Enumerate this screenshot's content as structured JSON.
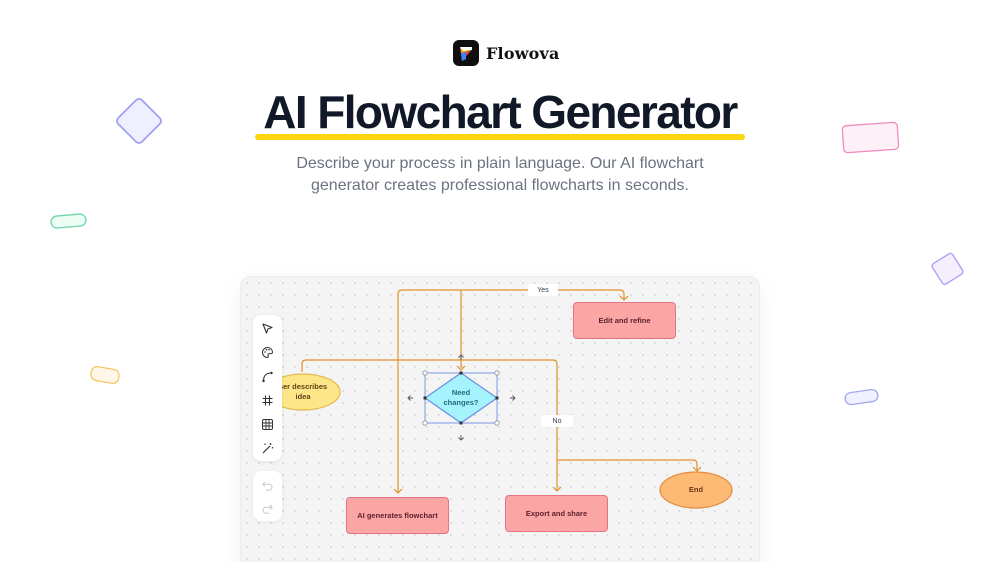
{
  "brand": {
    "name": "Flowova",
    "logo_icon": "flowova-logo-icon"
  },
  "hero": {
    "title": "AI Flowchart Generator",
    "subtitle_line1": "Describe your process in plain language. Our AI flowchart",
    "subtitle_line2": "generator creates professional flowcharts in seconds.",
    "underline_color": "#fcd40f"
  },
  "toolbar": {
    "tools": [
      {
        "name": "select",
        "icon": "cursor-arrow-icon"
      },
      {
        "name": "style",
        "icon": "palette-icon"
      },
      {
        "name": "connector",
        "icon": "curve-connector-icon"
      },
      {
        "name": "frame",
        "icon": "frame-hash-icon"
      },
      {
        "name": "table",
        "icon": "table-grid-icon"
      },
      {
        "name": "ai-magic",
        "icon": "magic-wand-icon"
      }
    ],
    "history": [
      {
        "name": "undo",
        "icon": "undo-icon"
      },
      {
        "name": "redo",
        "icon": "redo-icon"
      }
    ]
  },
  "flowchart": {
    "nodes": {
      "start": {
        "label": "User describes idea",
        "line1": "ser describes",
        "line2": "idea",
        "shape": "ellipse",
        "color": "#fde68a"
      },
      "decision": {
        "line1": "Need",
        "line2": "changes?",
        "shape": "diamond",
        "color": "#a5f3fc",
        "selected": true
      },
      "edit": {
        "label": "Edit and refine",
        "shape": "rectangle",
        "color": "#fca5a5"
      },
      "generate": {
        "label": "AI generates flowchart",
        "shape": "rectangle",
        "color": "#fca5a5"
      },
      "export": {
        "label": "Export and share",
        "shape": "rectangle",
        "color": "#fca5a5"
      },
      "end": {
        "label": "End",
        "shape": "ellipse",
        "color": "#fdba74"
      }
    },
    "edge_labels": {
      "yes": "Yes",
      "no": "No"
    },
    "edge_color": "#e0902c",
    "selection_color": "#6b8de3"
  }
}
